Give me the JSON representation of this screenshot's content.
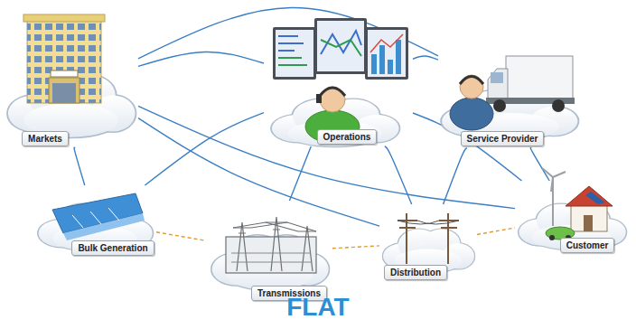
{
  "diagram": {
    "caption": "FLAT",
    "nodes": [
      {
        "text": [
          "Markets"
        ]
      },
      {
        "text": [
          "Operations"
        ]
      },
      {
        "text": [
          "Service Provider"
        ]
      },
      {
        "text": [
          "Bulk Generation"
        ]
      },
      {
        "text": [
          "Transmissions"
        ]
      },
      {
        "text": [
          "Distribution"
        ]
      },
      {
        "text": [
          "Customer"
        ]
      }
    ],
    "edges": [
      {
        "from": 0,
        "to": 1,
        "arrow": "none"
      },
      {
        "from": 0,
        "to": 2,
        "arrow": "none"
      },
      {
        "from": 1,
        "to": 2,
        "arrow": "none"
      },
      {
        "from": 0,
        "to": 3,
        "arrow": "none"
      },
      {
        "from": 0,
        "to": 5,
        "arrow": "none"
      },
      {
        "from": 0,
        "to": 6,
        "arrow": "none"
      },
      {
        "from": 1,
        "to": 3,
        "arrow": "none"
      },
      {
        "from": 1,
        "to": 4,
        "arrow": "none"
      },
      {
        "from": 1,
        "to": 5,
        "arrow": "none"
      },
      {
        "from": 1,
        "to": 6,
        "arrow": "none"
      },
      {
        "from": 2,
        "to": 6,
        "arrow": "none"
      },
      {
        "from": 2,
        "to": 5,
        "arrow": "none"
      },
      {
        "from": 3,
        "to": 4,
        "arrow": "none"
      },
      {
        "from": 4,
        "to": 5,
        "arrow": "none"
      },
      {
        "from": 5,
        "to": 6,
        "arrow": "none"
      }
    ]
  }
}
